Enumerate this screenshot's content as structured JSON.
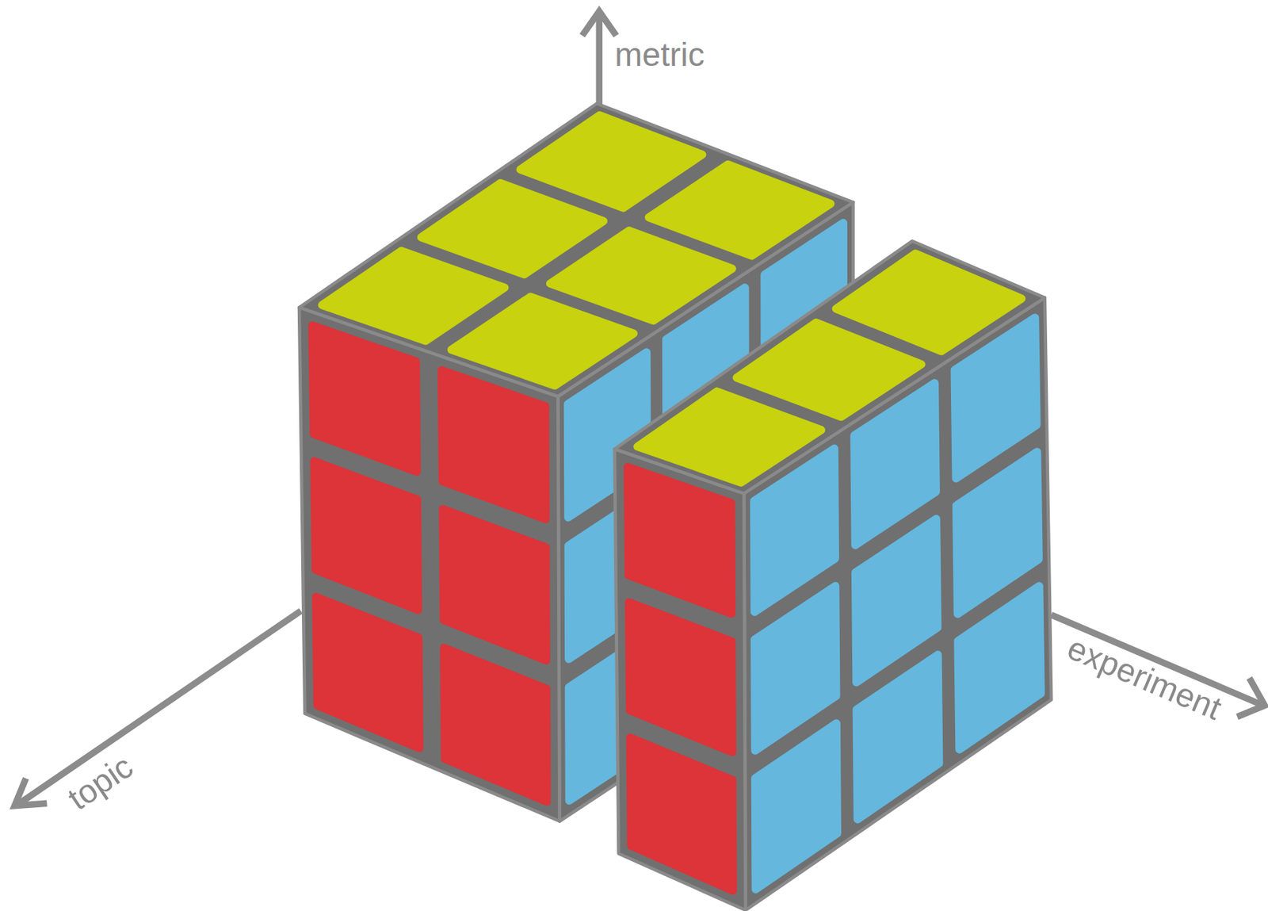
{
  "diagram": {
    "labels": [
      "metric",
      "topic",
      "experiment"
    ]
  }
}
